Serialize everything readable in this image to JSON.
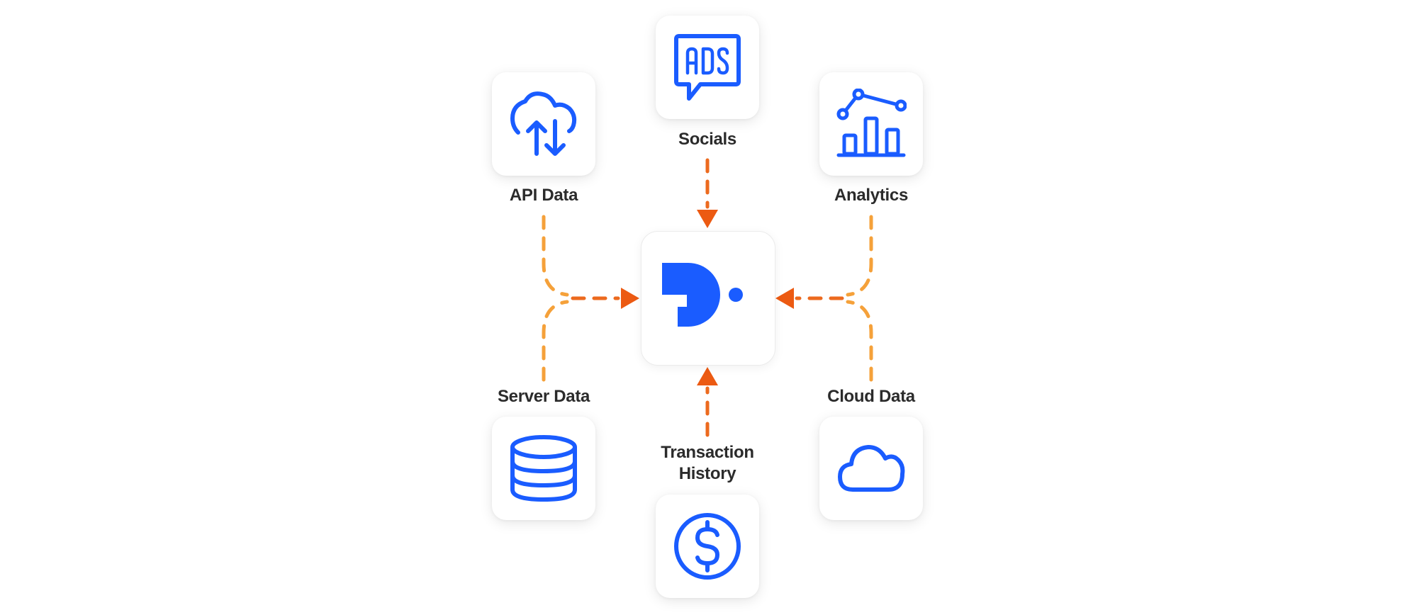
{
  "hub": {
    "icon": "brand-logo-d",
    "color": "#1a5cff"
  },
  "sources": {
    "api_data": {
      "label": "API Data",
      "icon": "cloud-sync-icon"
    },
    "socials": {
      "label": "Socials",
      "icon": "ads-chat-icon"
    },
    "analytics": {
      "label": "Analytics",
      "icon": "bar-line-chart-icon"
    },
    "server_data": {
      "label": "Server Data",
      "icon": "database-icon"
    },
    "transaction_history": {
      "label_line1": "Transaction",
      "label_line2": "History",
      "icon": "dollar-coin-icon"
    },
    "cloud_data": {
      "label": "Cloud Data",
      "icon": "cloud-icon"
    }
  },
  "colors": {
    "icon_blue": "#1a5cff",
    "dash_orange": "#f5a13a",
    "arrow_orange": "#ec5a12",
    "label_text": "#2b2b2b"
  }
}
